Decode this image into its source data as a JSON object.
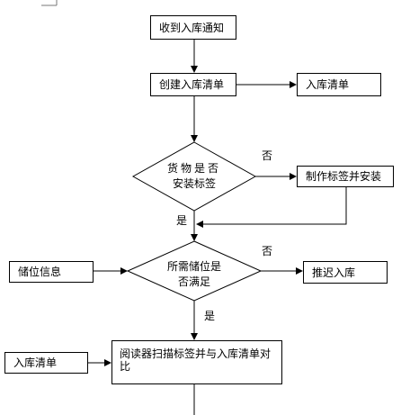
{
  "nodes": {
    "receive_notice": "收到入库通知",
    "create_list": "创建入库清单",
    "list_output": "入库清单",
    "decision_label_line1": "货物是否",
    "decision_label_line2": "安装标签",
    "make_label": "制作标签并安装",
    "storage_info": "储位信息",
    "decision_space_line1": "所需储位是",
    "decision_space_line2": "否满足",
    "return_goods": "推迟入库",
    "list_input": "入库清单",
    "reader_scan": "阅读器扫描标签并与入库清单对比"
  },
  "edge_labels": {
    "label_no": "否",
    "label_yes": "是",
    "space_no": "否",
    "space_yes": "是"
  }
}
